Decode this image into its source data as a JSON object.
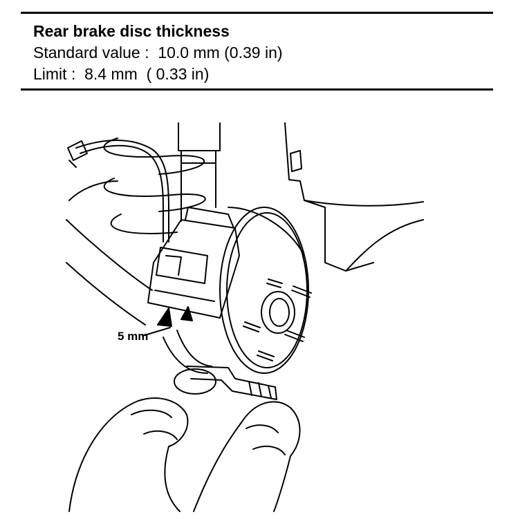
{
  "spec": {
    "title": "Rear brake disc thickness",
    "standard_value": "Standard value :  10.0 mm (0.39 in)",
    "limit": "Limit :  8.4 mm  ( 0.33 in)"
  },
  "figure": {
    "callout": "5 mm"
  }
}
